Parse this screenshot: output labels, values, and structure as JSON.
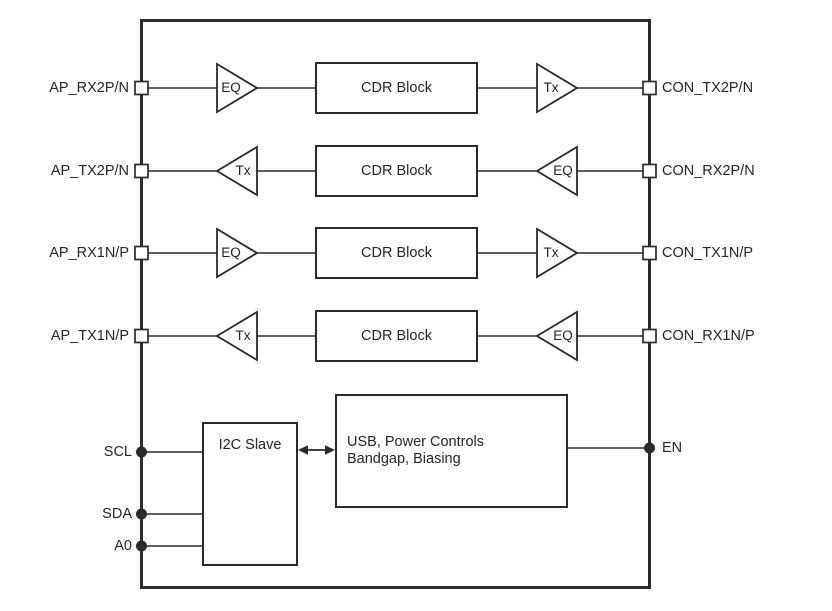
{
  "diagram": {
    "title": "redriver-chip-functional-block-diagram",
    "colors": {
      "line": "#2b292a",
      "text": "#262425",
      "background": "#ffffff"
    },
    "rows": [
      {
        "left_label": "AP_RX2P/N",
        "left_amp": "EQ",
        "block": "CDR Block",
        "right_amp": "Tx",
        "right_label": "CON_TX2P/N",
        "direction": "left-to-right"
      },
      {
        "left_label": "AP_TX2P/N",
        "left_amp": "Tx",
        "block": "CDR Block",
        "right_amp": "EQ",
        "right_label": "CON_RX2P/N",
        "direction": "right-to-left"
      },
      {
        "left_label": "AP_RX1N/P",
        "left_amp": "EQ",
        "block": "CDR Block",
        "right_amp": "Tx",
        "right_label": "CON_TX1N/P",
        "direction": "left-to-right"
      },
      {
        "left_label": "AP_TX1N/P",
        "left_amp": "Tx",
        "block": "CDR Block",
        "right_amp": "EQ",
        "right_label": "CON_RX1N/P",
        "direction": "right-to-left"
      }
    ],
    "control": {
      "i2c_block_label": "I2C Slave",
      "power_block_line1": "USB, Power Controls",
      "power_block_line2": "Bandgap, Biasing",
      "pin_scl": "SCL",
      "pin_sda": "SDA",
      "pin_a0": "A0",
      "pin_en": "EN"
    }
  }
}
